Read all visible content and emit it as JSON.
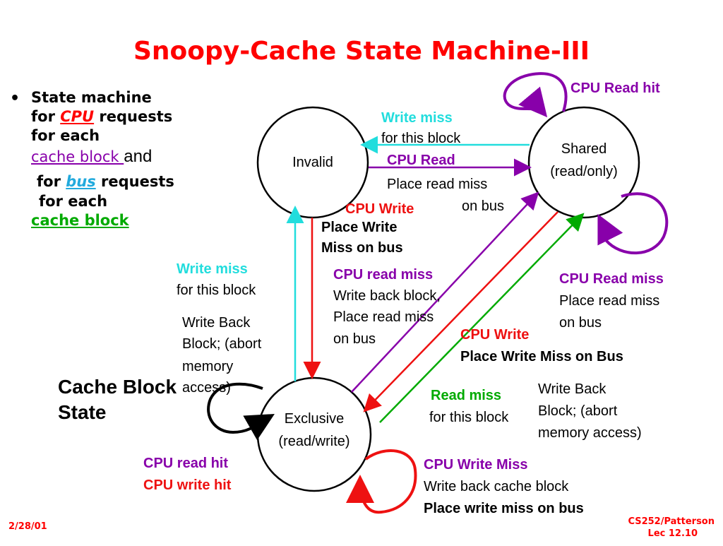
{
  "title": "Snoopy-Cache State Machine-III",
  "bullets": {
    "marker": "•",
    "line1": "State machine",
    "line2_a": "for ",
    "line2_cpu": "CPU",
    "line2_b": " requests",
    "line3": "for each",
    "line4_cache": "cache block ",
    "line4_and": "and",
    "line5_a": "for ",
    "line5_bus": "bus",
    "line5_b": " requests",
    "line6": "for each",
    "line7_cache": "cache block"
  },
  "legend": {
    "line1": "Cache Block",
    "line2": "State"
  },
  "states": {
    "invalid": "Invalid",
    "shared_1": "Shared",
    "shared_2": "(read/only)",
    "exclusive_1": "Exclusive",
    "exclusive_2": "(read/write)"
  },
  "labels": {
    "cpu_read_hit_shared": "CPU Read hit",
    "write_miss_top_1": "Write miss",
    "write_miss_top_2": "for this block",
    "cpu_read": "CPU Read",
    "place_read_miss_1": "Place read miss",
    "place_read_miss_2": "on bus",
    "cpu_write": "CPU Write",
    "place_write_1": "Place Write",
    "place_write_2": "Miss on bus",
    "write_miss_left_1": "Write miss",
    "write_miss_left_2": "for this block",
    "write_back_left_1": "Write Back",
    "write_back_left_2": "Block; (abort",
    "write_back_left_3": "memory",
    "write_back_left_4": "access)",
    "cpu_read_miss_1": "CPU read miss",
    "cpu_read_miss_2": "Write back block,",
    "cpu_read_miss_3": "Place read miss",
    "cpu_read_miss_4": "on bus",
    "cpu_read_miss_shared_1": "CPU Read miss",
    "cpu_read_miss_shared_2": "Place read miss",
    "cpu_read_miss_shared_3": "on bus",
    "cpu_write_shared_1": "CPU Write",
    "cpu_write_shared_2": "Place Write Miss on Bus",
    "read_miss_1": "Read miss",
    "read_miss_2": "for this block",
    "write_back_right_1": "Write Back",
    "write_back_right_2": "Block; (abort",
    "write_back_right_3": "memory access)",
    "cpu_read_hit_ex": "CPU read hit",
    "cpu_write_hit_ex": "CPU write hit",
    "cpu_write_miss_1": "CPU Write Miss",
    "cpu_write_miss_2": "Write back cache block",
    "cpu_write_miss_3": "Place write miss on bus"
  },
  "footer": {
    "date": "2/28/01",
    "course": "CS252/Patterson",
    "lecture": "Lec 12.10"
  },
  "colors": {
    "title_red": "#ff0000",
    "purple": "#8800aa",
    "cyan": "#22dddd",
    "green": "#00aa00",
    "red": "#ee1111",
    "black": "#000000"
  }
}
